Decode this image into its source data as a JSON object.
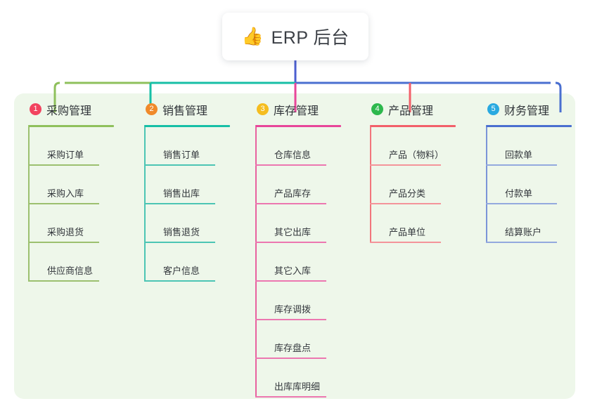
{
  "root": {
    "icon": "thumbs-up-icon",
    "emoji": "👍",
    "title": "ERP 后台"
  },
  "palette": {
    "panel_bg": "#eef7ea",
    "page_bg": "#ffffff",
    "root_text": "#3b3f45",
    "trunk": "#4c5fd0",
    "green": "#8fc05c",
    "teal": "#17bfa6",
    "pink": "#e8469a",
    "red": "#f2606a",
    "blue": "#4a6fd0",
    "badge1": "#f2435f",
    "badge2": "#f08a2a",
    "badge3": "#f5bd1f",
    "badge4": "#2db84d",
    "badge5": "#29a9e0"
  },
  "columns": [
    {
      "index": "1",
      "badge_color": "#f2435f",
      "rule_color": "#8fc05c",
      "spine_color": "#9cc06f",
      "leaf_rule_color": "#9cc06f",
      "title": "采购管理",
      "items": [
        "采购订单",
        "采购入库",
        "采购退货",
        "供应商信息"
      ]
    },
    {
      "index": "2",
      "badge_color": "#f08a2a",
      "rule_color": "#17bfa6",
      "spine_color": "#4cc5b4",
      "leaf_rule_color": "#4cc5b4",
      "title": "销售管理",
      "items": [
        "销售订单",
        "销售出库",
        "销售退货",
        "客户信息"
      ]
    },
    {
      "index": "3",
      "badge_color": "#f5bd1f",
      "rule_color": "#e8469a",
      "spine_color": "#e8619f",
      "leaf_rule_color": "#ec77b0",
      "title": "库存管理",
      "items": [
        "仓库信息",
        "产品库存",
        "其它出库",
        "其它入库",
        "库存调拨",
        "库存盘点",
        "出库库明细"
      ]
    },
    {
      "index": "4",
      "badge_color": "#2db84d",
      "rule_color": "#f2606a",
      "spine_color": "#f2757c",
      "leaf_rule_color": "#f4949a",
      "title": "产品管理",
      "items": [
        "产品（物料）",
        "产品分类",
        "产品单位"
      ]
    },
    {
      "index": "5",
      "badge_color": "#29a9e0",
      "rule_color": "#4a6fd0",
      "spine_color": "#7b94d8",
      "leaf_rule_color": "#93a9de",
      "title": "财务管理",
      "items": [
        "回款单",
        "付款单",
        "结算账户"
      ]
    }
  ]
}
